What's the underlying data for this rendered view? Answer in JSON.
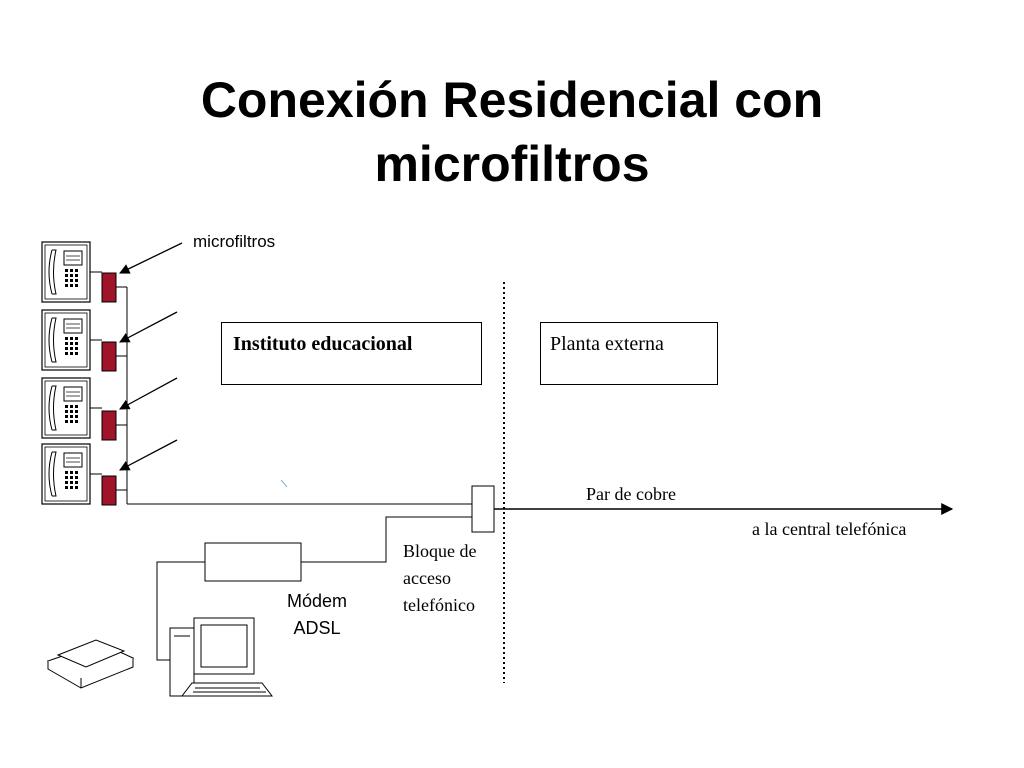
{
  "slide": {
    "title_line1": "Conexión Residencial con",
    "title_line2": "microfiltros"
  },
  "labels": {
    "microfiltros": "microfiltros",
    "instituto": "Instituto educacional",
    "planta": "Planta externa",
    "par_cobre": "Par de cobre",
    "central": "a la central telefónica",
    "bloque_1": "Bloque de",
    "bloque_2": "acceso",
    "bloque_3": "telefónico",
    "modem_1": "Módem",
    "modem_2": "ADSL"
  },
  "colors": {
    "filter": "#a0142a",
    "line": "#000000"
  }
}
